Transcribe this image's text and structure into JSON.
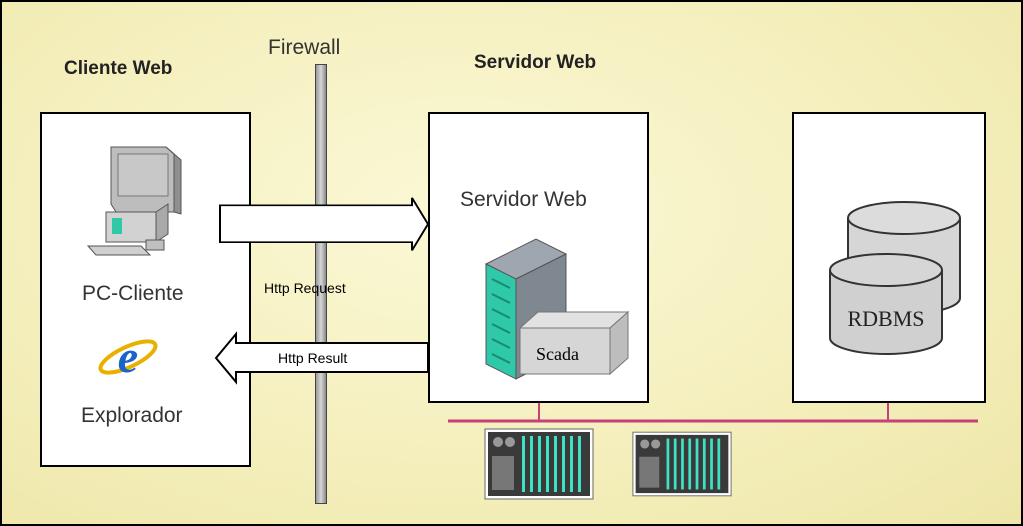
{
  "client": {
    "title": "Cliente Web",
    "pc_label": "PC-Cliente",
    "browser_label": "Explorador"
  },
  "firewall": {
    "label": "Firewall"
  },
  "server": {
    "title": "Servidor Web",
    "box_label": "Servidor Web",
    "scada_label": "Scada"
  },
  "db": {
    "label": "RDBMS"
  },
  "arrows": {
    "request": "Http Request",
    "result": "Http Result"
  },
  "colors": {
    "network_line": "#c8407a",
    "panel_accent": "#2fc8a8",
    "background": "#f6f1c2"
  },
  "icons": [
    "computer-icon",
    "internet-explorer-icon",
    "server-tower-icon",
    "database-icon",
    "control-panel-icon"
  ]
}
